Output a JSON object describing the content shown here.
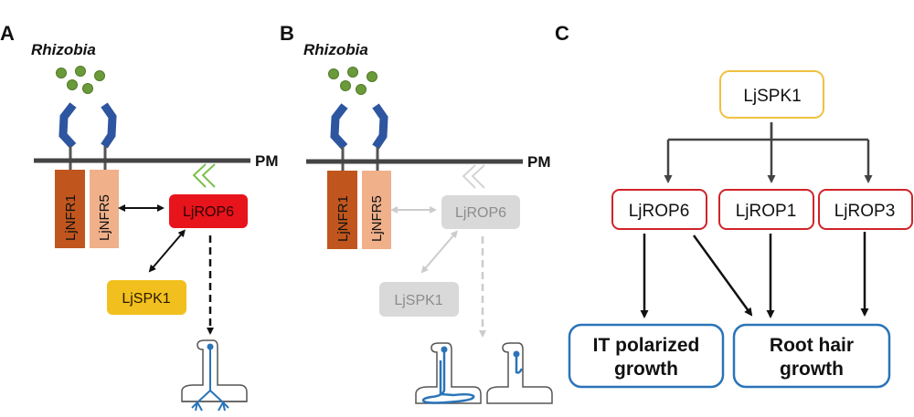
{
  "figure": {
    "panels": {
      "A": {
        "letter": "A",
        "microbe_label": "Rhizobia",
        "membrane_label": "PM",
        "receptors": [
          "LjNFR1",
          "LjNFR5"
        ],
        "rop_label": "LjROP6",
        "spk_label": "LjSPK1",
        "state": "wild-type",
        "colors": {
          "nfr1": "#c0561e",
          "nfr5": "#f0b08a",
          "rop": "#e8141c",
          "spk": "#f2c01e",
          "arrow": "#111111",
          "chevron": "#7cc04a",
          "thread": "#2a74b8"
        }
      },
      "B": {
        "letter": "B",
        "microbe_label": "Rhizobia",
        "membrane_label": "PM",
        "receptors": [
          "LjNFR1",
          "LjNFR5"
        ],
        "rop_label": "LjROP6",
        "spk_label": "LjSPK1",
        "state": "impaired",
        "colors": {
          "nfr1": "#c0561e",
          "nfr5": "#f0b08a",
          "rop": "#d9d9d9",
          "spk": "#d9d9d9",
          "inactive_text": "#8c8c8c",
          "arrow": "#cccccc",
          "chevron": "#d4d4d4",
          "thread": "#2a74b8"
        }
      },
      "C": {
        "letter": "C",
        "top_node": "LjSPK1",
        "middle_nodes": [
          "LjROP6",
          "LjROP1",
          "LjROP3"
        ],
        "outputs": [
          {
            "line1": "IT polarized",
            "line2": "growth"
          },
          {
            "line1": "Root hair",
            "line2": "growth"
          }
        ],
        "edges": [
          {
            "from": "LjSPK1",
            "to": "LjROP6"
          },
          {
            "from": "LjSPK1",
            "to": "LjROP1"
          },
          {
            "from": "LjSPK1",
            "to": "LjROP3"
          },
          {
            "from": "LjROP6",
            "to": "IT polarized growth"
          },
          {
            "from": "LjROP6",
            "to": "Root hair growth"
          },
          {
            "from": "LjROP1",
            "to": "Root hair growth"
          },
          {
            "from": "LjROP3",
            "to": "Root hair growth"
          }
        ],
        "colors": {
          "top_border": "#f0c040",
          "middle_border": "#d0232a",
          "output_border": "#2a74b8",
          "edge": "#444444"
        }
      }
    }
  }
}
